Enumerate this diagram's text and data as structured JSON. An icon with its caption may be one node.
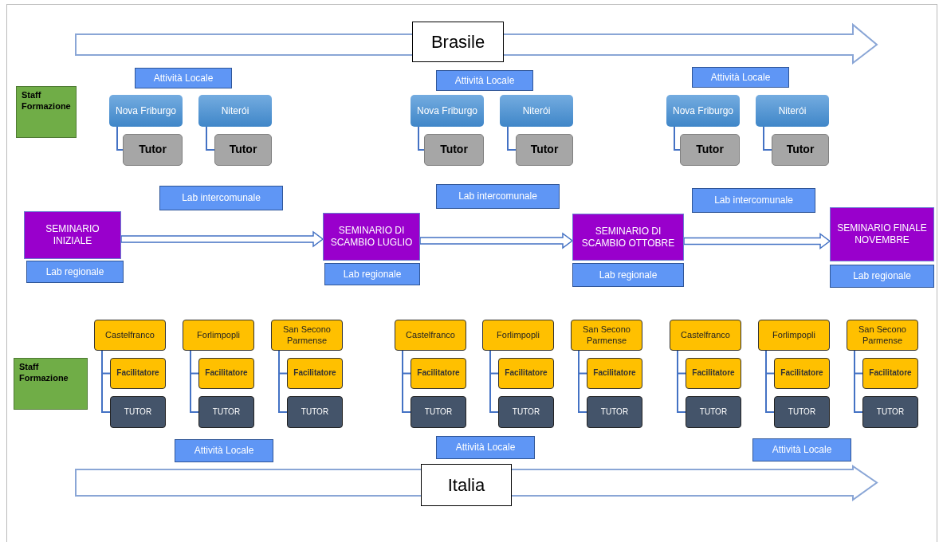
{
  "diagram": {
    "nodes": [
      {
        "text": [
          "Brasile"
        ]
      },
      {
        "text": [
          "Staff Formazione"
        ]
      },
      {
        "text": [
          "Attività Locale"
        ]
      },
      {
        "text": [
          "Nova Friburgo"
        ]
      },
      {
        "text": [
          "Niterói"
        ]
      },
      {
        "text": [
          "Tutor"
        ]
      },
      {
        "text": [
          "Tutor"
        ]
      },
      {
        "text": [
          "Attività Locale"
        ]
      },
      {
        "text": [
          "Nova Friburgo"
        ]
      },
      {
        "text": [
          "Niterói"
        ]
      },
      {
        "text": [
          "Tutor"
        ]
      },
      {
        "text": [
          "Tutor"
        ]
      },
      {
        "text": [
          "Attività Locale"
        ]
      },
      {
        "text": [
          "Nova Friburgo"
        ]
      },
      {
        "text": [
          "Niterói"
        ]
      },
      {
        "text": [
          "Tutor"
        ]
      },
      {
        "text": [
          "Tutor"
        ]
      },
      {
        "text": [
          "Lab intercomunale"
        ]
      },
      {
        "text": [
          "Lab intercomunale"
        ]
      },
      {
        "text": [
          "Lab intercomunale"
        ]
      },
      {
        "text": [
          "SEMINARIO INIZIALE"
        ]
      },
      {
        "text": [
          "Lab regionale"
        ]
      },
      {
        "text": [
          "SEMINARIO DI SCAMBIO LUGLIO"
        ]
      },
      {
        "text": [
          "Lab regionale"
        ]
      },
      {
        "text": [
          "SEMINARIO DI SCAMBIO OTTOBRE"
        ]
      },
      {
        "text": [
          "Lab regionale"
        ]
      },
      {
        "text": [
          "SEMINARIO FINALE NOVEMBRE"
        ]
      },
      {
        "text": [
          "Lab regionale"
        ]
      },
      {
        "text": [
          "Staff Formazione"
        ]
      },
      {
        "text": [
          "Castelfranco"
        ]
      },
      {
        "text": [
          "Facilitatore"
        ]
      },
      {
        "text": [
          "TUTOR"
        ]
      },
      {
        "text": [
          "Forlimpopli"
        ]
      },
      {
        "text": [
          "Facilitatore"
        ]
      },
      {
        "text": [
          "TUTOR"
        ]
      },
      {
        "text": [
          "San Secono Parmense"
        ]
      },
      {
        "text": [
          "Facilitatore"
        ]
      },
      {
        "text": [
          "TUTOR"
        ]
      },
      {
        "text": [
          "Castelfranco"
        ]
      },
      {
        "text": [
          "Facilitatore"
        ]
      },
      {
        "text": [
          "TUTOR"
        ]
      },
      {
        "text": [
          "Forlimpopli"
        ]
      },
      {
        "text": [
          "Facilitatore"
        ]
      },
      {
        "text": [
          "TUTOR"
        ]
      },
      {
        "text": [
          "San Secono Parmense"
        ]
      },
      {
        "text": [
          "Facilitatore"
        ]
      },
      {
        "text": [
          "TUTOR"
        ]
      },
      {
        "text": [
          "Castelfranco"
        ]
      },
      {
        "text": [
          "Facilitatore"
        ]
      },
      {
        "text": [
          "TUTOR"
        ]
      },
      {
        "text": [
          "Forlimpopli"
        ]
      },
      {
        "text": [
          "Facilitatore"
        ]
      },
      {
        "text": [
          "TUTOR"
        ]
      },
      {
        "text": [
          "San Secono Parmense"
        ]
      },
      {
        "text": [
          "Facilitatore"
        ]
      },
      {
        "text": [
          "TUTOR"
        ]
      },
      {
        "text": [
          "Attività Locale"
        ]
      },
      {
        "text": [
          "Attività Locale"
        ]
      },
      {
        "text": [
          "Attività Locale"
        ]
      },
      {
        "text": [
          "Italia"
        ]
      }
    ],
    "edges": [
      {
        "from": 3,
        "to": 5,
        "arrow": "none"
      },
      {
        "from": 4,
        "to": 6,
        "arrow": "none"
      },
      {
        "from": 8,
        "to": 10,
        "arrow": "none"
      },
      {
        "from": 9,
        "to": 11,
        "arrow": "none"
      },
      {
        "from": 13,
        "to": 15,
        "arrow": "none"
      },
      {
        "from": 14,
        "to": 16,
        "arrow": "none"
      },
      {
        "from": 20,
        "to": 22,
        "arrow": "to"
      },
      {
        "from": 22,
        "to": 24,
        "arrow": "to"
      },
      {
        "from": 24,
        "to": 26,
        "arrow": "to"
      },
      {
        "from": 29,
        "to": 30,
        "arrow": "none"
      },
      {
        "from": 29,
        "to": 31,
        "arrow": "none"
      },
      {
        "from": 32,
        "to": 33,
        "arrow": "none"
      },
      {
        "from": 32,
        "to": 34,
        "arrow": "none"
      },
      {
        "from": 35,
        "to": 36,
        "arrow": "none"
      },
      {
        "from": 35,
        "to": 37,
        "arrow": "none"
      },
      {
        "from": 38,
        "to": 39,
        "arrow": "none"
      },
      {
        "from": 38,
        "to": 40,
        "arrow": "none"
      },
      {
        "from": 41,
        "to": 42,
        "arrow": "none"
      },
      {
        "from": 41,
        "to": 43,
        "arrow": "none"
      },
      {
        "from": 44,
        "to": 45,
        "arrow": "none"
      },
      {
        "from": 44,
        "to": 46,
        "arrow": "none"
      },
      {
        "from": 47,
        "to": 48,
        "arrow": "none"
      },
      {
        "from": 47,
        "to": 49,
        "arrow": "none"
      },
      {
        "from": 50,
        "to": 51,
        "arrow": "none"
      },
      {
        "from": 50,
        "to": 52,
        "arrow": "none"
      },
      {
        "from": 53,
        "to": 54,
        "arrow": "none"
      },
      {
        "from": 53,
        "to": 55,
        "arrow": "none"
      }
    ]
  }
}
